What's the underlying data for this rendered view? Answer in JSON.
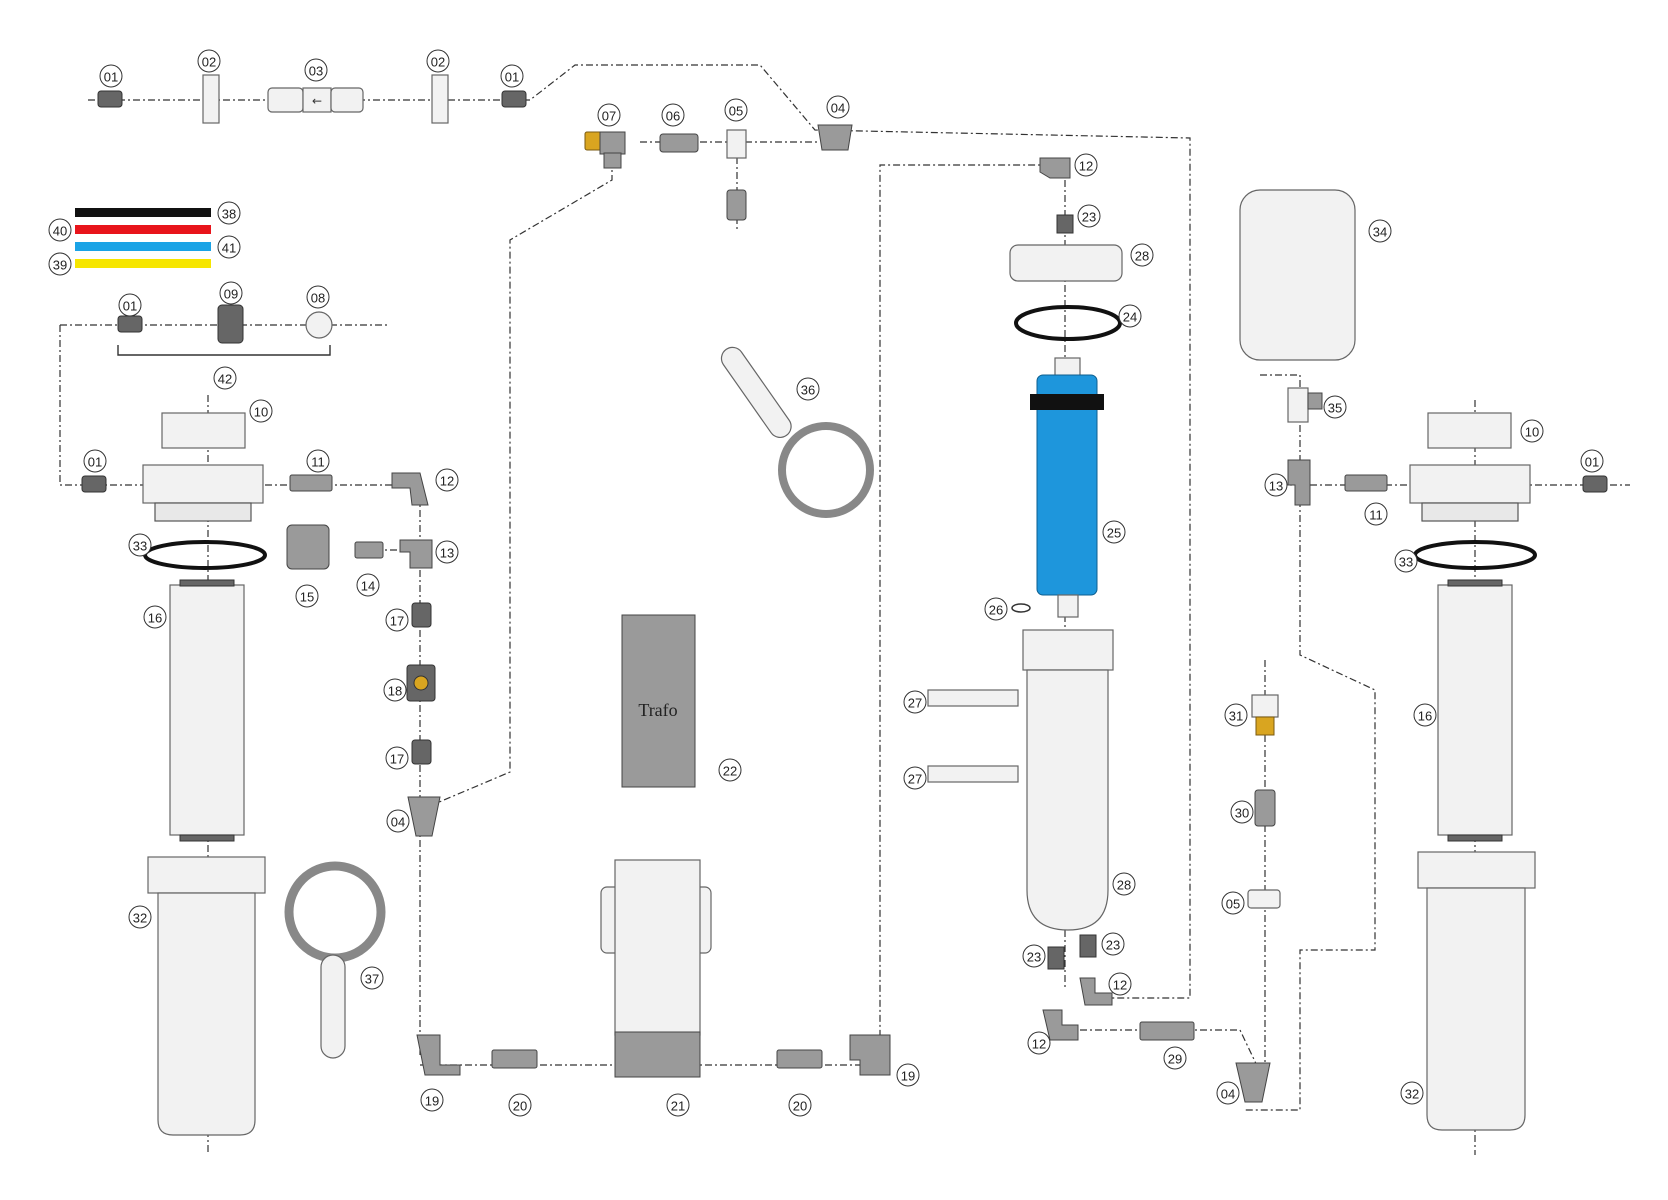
{
  "trafo_label": "Trafo",
  "arrow_glyph": "←",
  "colors": {
    "tube_black": "#111111",
    "tube_red": "#e8141b",
    "tube_blue": "#1aa3e6",
    "tube_yellow": "#f6e600",
    "membrane_blue": "#1e96dc",
    "fitting_brass": "#d9a520"
  },
  "callouts": [
    {
      "id": "c01a",
      "label": "01"
    },
    {
      "id": "c02a",
      "label": "02"
    },
    {
      "id": "c03",
      "label": "03"
    },
    {
      "id": "c02b",
      "label": "02"
    },
    {
      "id": "c01b",
      "label": "01"
    },
    {
      "id": "c07",
      "label": "07"
    },
    {
      "id": "c06",
      "label": "06"
    },
    {
      "id": "c05a",
      "label": "05"
    },
    {
      "id": "c04a",
      "label": "04"
    },
    {
      "id": "c12a",
      "label": "12"
    },
    {
      "id": "c23a",
      "label": "23"
    },
    {
      "id": "c28a",
      "label": "28"
    },
    {
      "id": "c34",
      "label": "34"
    },
    {
      "id": "c24",
      "label": "24"
    },
    {
      "id": "c38",
      "label": "38"
    },
    {
      "id": "c40",
      "label": "40"
    },
    {
      "id": "c41",
      "label": "41"
    },
    {
      "id": "c39",
      "label": "39"
    },
    {
      "id": "c01c",
      "label": "01"
    },
    {
      "id": "c09",
      "label": "09"
    },
    {
      "id": "c08",
      "label": "08"
    },
    {
      "id": "c42",
      "label": "42"
    },
    {
      "id": "c36",
      "label": "36"
    },
    {
      "id": "c35",
      "label": "35"
    },
    {
      "id": "c10a",
      "label": "10"
    },
    {
      "id": "c10b",
      "label": "10"
    },
    {
      "id": "c01d",
      "label": "01"
    },
    {
      "id": "c11a",
      "label": "11"
    },
    {
      "id": "c12b",
      "label": "12"
    },
    {
      "id": "c13a",
      "label": "13"
    },
    {
      "id": "c11b",
      "label": "11"
    },
    {
      "id": "c01e",
      "label": "01"
    },
    {
      "id": "c33a",
      "label": "33"
    },
    {
      "id": "c33b",
      "label": "33"
    },
    {
      "id": "c15",
      "label": "15"
    },
    {
      "id": "c14",
      "label": "14"
    },
    {
      "id": "c13b",
      "label": "13"
    },
    {
      "id": "c25",
      "label": "25"
    },
    {
      "id": "c16a",
      "label": "16"
    },
    {
      "id": "c16b",
      "label": "16"
    },
    {
      "id": "c17a",
      "label": "17"
    },
    {
      "id": "c26",
      "label": "26"
    },
    {
      "id": "c18",
      "label": "18"
    },
    {
      "id": "c27a",
      "label": "27"
    },
    {
      "id": "c31",
      "label": "31"
    },
    {
      "id": "c17b",
      "label": "17"
    },
    {
      "id": "c22",
      "label": "22"
    },
    {
      "id": "c27b",
      "label": "27"
    },
    {
      "id": "c04b",
      "label": "04"
    },
    {
      "id": "c30",
      "label": "30"
    },
    {
      "id": "c28b",
      "label": "28"
    },
    {
      "id": "c05b",
      "label": "05"
    },
    {
      "id": "c32a",
      "label": "32"
    },
    {
      "id": "c23b",
      "label": "23"
    },
    {
      "id": "c23c",
      "label": "23"
    },
    {
      "id": "c37",
      "label": "37"
    },
    {
      "id": "c12c",
      "label": "12"
    },
    {
      "id": "c12d",
      "label": "12"
    },
    {
      "id": "c29",
      "label": "29"
    },
    {
      "id": "c19a",
      "label": "19"
    },
    {
      "id": "c20a",
      "label": "20"
    },
    {
      "id": "c21",
      "label": "21"
    },
    {
      "id": "c20b",
      "label": "20"
    },
    {
      "id": "c19b",
      "label": "19"
    },
    {
      "id": "c04c",
      "label": "04"
    },
    {
      "id": "c32b",
      "label": "32"
    }
  ]
}
